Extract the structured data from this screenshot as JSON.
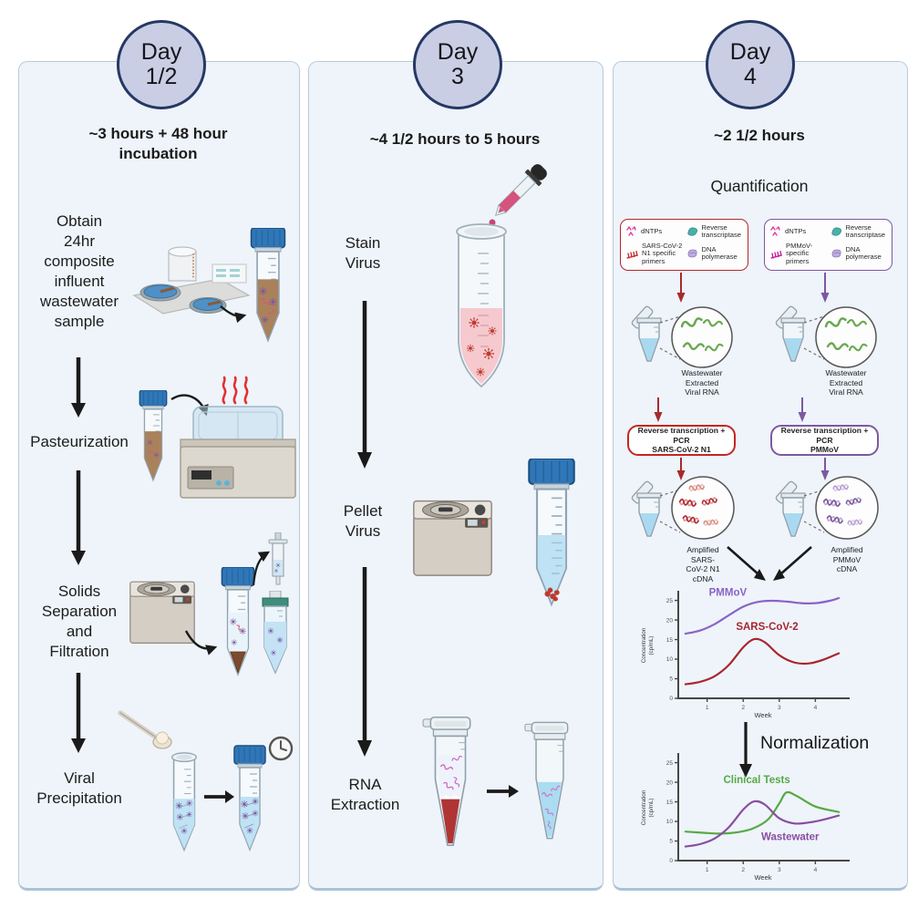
{
  "colors": {
    "panel_bg": "#eef4fa",
    "panel_border": "#b9cad8",
    "badge_bg": "#c9cee4",
    "badge_border": "#253764",
    "arrow_black": "#1a1a1a",
    "accent_red": "#b3282d",
    "accent_purple": "#7e57a2"
  },
  "panels": [
    {
      "badge": "Day\n1/2",
      "duration": "~3 hours + 48 hour\nincubation",
      "steps": [
        {
          "label": "Obtain\n24hr\ncomposite\ninfluent\nwastewater\nsample"
        },
        {
          "label": "Pasteurization"
        },
        {
          "label": "Solids\nSeparation\nand\nFiltration"
        },
        {
          "label": "Viral\nPrecipitation"
        }
      ]
    },
    {
      "badge": "Day\n3",
      "duration": "~4 1/2 hours to 5 hours",
      "steps": [
        {
          "label": "Stain\nVirus"
        },
        {
          "label": "Pellet\nVirus"
        },
        {
          "label": "RNA\nExtraction"
        }
      ]
    },
    {
      "badge": "Day\n4",
      "duration": "~2 1/2 hours",
      "subtitle": "Quantification",
      "reagent_boxes": [
        {
          "accent": "#b3282d",
          "items": [
            {
              "label": "dNTPs"
            },
            {
              "label": "SARS-CoV-2\nN1 specific\nprimers"
            },
            {
              "label": "Reverse\ntranscriptase"
            },
            {
              "label": "DNA\npolymerase"
            }
          ]
        },
        {
          "accent": "#7e57a2",
          "items": [
            {
              "label": "dNTPs"
            },
            {
              "label": "PMMoV-\nspecific\nprimers"
            },
            {
              "label": "Reverse\ntranscriptase"
            },
            {
              "label": "DNA\npolymerase"
            }
          ]
        }
      ],
      "rna_label": "Wastewater\nExtracted\nViral RNA",
      "pcr_boxes": [
        {
          "accent": "#c42620",
          "label": "Reverse transcription + PCR\nSARS-CoV-2 N1"
        },
        {
          "accent": "#7e57a2",
          "label": "Reverse transcription + PCR\nPMMoV"
        }
      ],
      "amplified": [
        {
          "label": "Amplified\nSARS-\nCoV-2 N1\ncDNA"
        },
        {
          "label": "Amplified\nPMMoV\ncDNA"
        }
      ],
      "normalization_label": "Normalization"
    }
  ],
  "chart_data": [
    {
      "type": "line",
      "xlabel": "Week",
      "ylabel": "Concentration\n(cp/mL)",
      "xlim": [
        0.2,
        4.9
      ],
      "ylim": [
        0,
        27
      ],
      "x_ticks": [
        1,
        2,
        3,
        4
      ],
      "y_ticks": [
        0,
        5,
        10,
        15,
        20,
        25
      ],
      "grid": false,
      "legend_position": "inline-labels",
      "series": [
        {
          "name": "PMMoV",
          "color": "#8b63c7",
          "label_pos": [
            1.05,
            26.2
          ],
          "x": [
            0.4,
            0.8,
            1.2,
            1.6,
            2.0,
            2.4,
            2.8,
            3.2,
            3.6,
            4.0,
            4.4,
            4.65
          ],
          "y": [
            16.5,
            17.3,
            18.9,
            21.2,
            23.4,
            24.6,
            24.9,
            24.7,
            24.3,
            24.3,
            24.9,
            25.6
          ]
        },
        {
          "name": "SARS-CoV-2",
          "color": "#a8262e",
          "label_pos": [
            1.8,
            17.5
          ],
          "x": [
            0.4,
            0.8,
            1.2,
            1.6,
            2.0,
            2.3,
            2.6,
            3.0,
            3.4,
            3.8,
            4.2,
            4.65
          ],
          "y": [
            3.6,
            4.2,
            5.6,
            8.5,
            13.0,
            15.1,
            14.3,
            11.0,
            9.2,
            8.9,
            9.8,
            11.5
          ]
        }
      ]
    },
    {
      "type": "line",
      "xlabel": "Week",
      "ylabel": "Concentration\n(cp/mL)",
      "xlim": [
        0.2,
        4.9
      ],
      "ylim": [
        0,
        27
      ],
      "x_ticks": [
        1,
        2,
        3,
        4
      ],
      "y_ticks": [
        0,
        5,
        10,
        15,
        20,
        25
      ],
      "grid": false,
      "legend_position": "inline-labels",
      "series": [
        {
          "name": "Clinical Tests",
          "color": "#57a945",
          "label_pos": [
            1.45,
            19.8
          ],
          "x": [
            0.4,
            0.9,
            1.4,
            1.9,
            2.3,
            2.7,
            3.0,
            3.2,
            3.5,
            4.0,
            4.65
          ],
          "y": [
            7.4,
            7.1,
            6.9,
            7.3,
            8.3,
            10.6,
            14.6,
            17.4,
            16.4,
            13.8,
            12.4
          ]
        },
        {
          "name": "Wastewater",
          "color": "#8a4da0",
          "label_pos": [
            2.5,
            5.2
          ],
          "x": [
            0.4,
            0.8,
            1.2,
            1.6,
            2.0,
            2.3,
            2.6,
            3.0,
            3.4,
            3.8,
            4.2,
            4.65
          ],
          "y": [
            3.6,
            4.2,
            5.6,
            8.5,
            13.0,
            15.1,
            14.3,
            10.8,
            9.5,
            9.7,
            10.4,
            11.5
          ]
        }
      ]
    }
  ]
}
